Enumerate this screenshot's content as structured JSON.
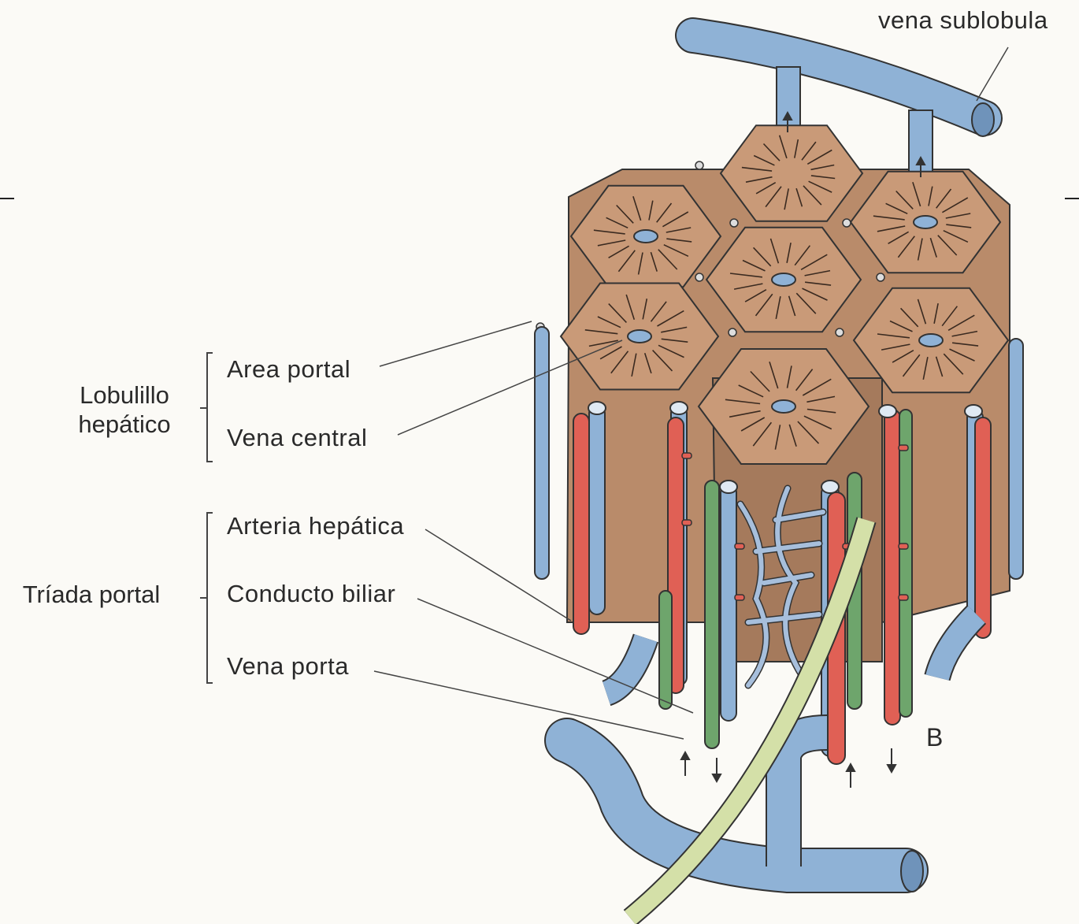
{
  "labels": {
    "vena_sublobulillar": "vena sublobula",
    "area_portal": "Area portal",
    "vena_central": "Vena central",
    "arteria_hepatica": "Arteria hepática",
    "conducto_biliar": "Conducto biliar",
    "vena_porta": "Vena porta",
    "panel_letter": "B"
  },
  "groups": {
    "lobulillo": "Lobulillo hepático",
    "triada": "Tríada portal"
  },
  "colors": {
    "lobule_face": "#c99a78",
    "lobule_side": "#b98b6a",
    "vein_blue": "#8fb2d6",
    "artery_red": "#e06055",
    "bile_green": "#6ea56c",
    "nerve_green": "#d4e0a8",
    "outline": "#333333"
  }
}
